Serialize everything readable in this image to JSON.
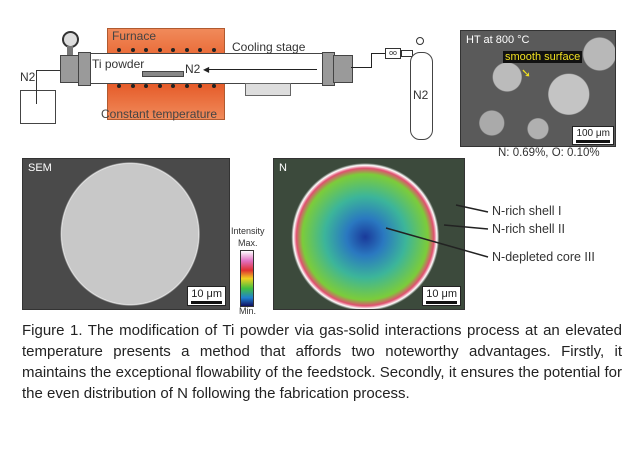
{
  "schematic": {
    "furnace": "Furnace",
    "cooling_stage": "Cooling stage",
    "ti_powder": "Ti powder",
    "n2_flow": "N2",
    "n2_outlet": "N2",
    "n2_cylinder": "N2",
    "constant_temperature": "Constant  temperature"
  },
  "sem_top": {
    "title": "HT at 800 °C",
    "annotation": "smooth surface",
    "scale": "100 μm",
    "composition": "N: 0.69%, O: 0.10%"
  },
  "sem_bottom": {
    "title": "SEM",
    "scale": "10 μm"
  },
  "colorbar": {
    "title": "Intensity",
    "max": "Max.",
    "min": "Min."
  },
  "n_map": {
    "title": "N",
    "scale": "10 μm",
    "labels": [
      "N-rich shell I",
      "N-rich shell II",
      "N-depleted core III"
    ]
  },
  "caption": "Figure 1. The modification of Ti powder via gas-solid interactions process at an elevated temperature presents a method that affords two noteworthy advantages. Firstly, it maintains the exceptional flowability of the feedstock. Secondly, it ensures the potential for the even distribution of N following the fabrication process."
}
